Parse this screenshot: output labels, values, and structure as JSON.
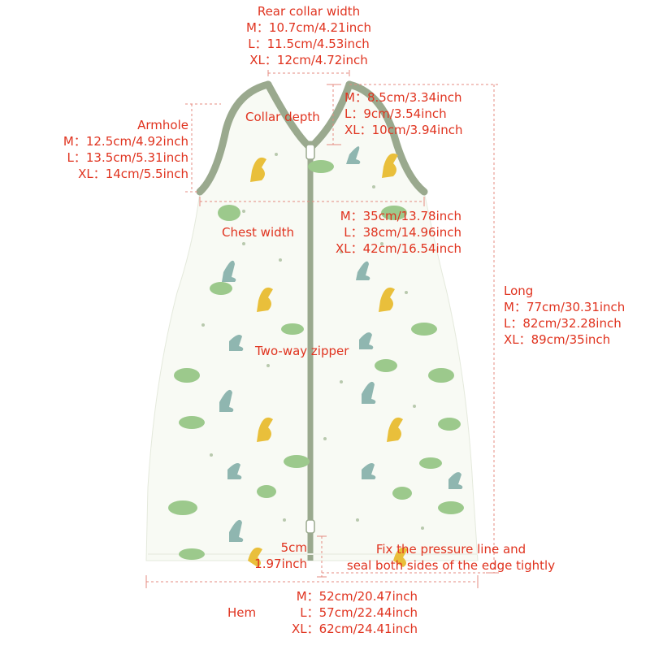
{
  "labels": {
    "rear_collar": {
      "title": "Rear collar width",
      "lines": [
        "M：10.7cm/4.21inch",
        "L：11.5cm/4.53inch",
        "XL：12cm/4.72inch"
      ]
    },
    "collar_depth": {
      "title": "Collar depth",
      "lines": [
        "M：8.5cm/3.34inch",
        "L：9cm/3.54inch",
        "XL：10cm/3.94inch"
      ]
    },
    "armhole": {
      "title": "Armhole",
      "lines": [
        "M：12.5cm/4.92inch",
        "L：13.5cm/5.31inch",
        "XL：14cm/5.5inch"
      ]
    },
    "chest": {
      "title": "Chest width",
      "lines": [
        "M：35cm/13.78inch",
        "L：38cm/14.96inch",
        "XL：42cm/16.54inch"
      ]
    },
    "long": {
      "title": "Long",
      "lines": [
        "M：77cm/30.31inch",
        "L：82cm/32.28inch",
        "XL：89cm/35inch"
      ]
    },
    "zipper": {
      "title": "Two-way zipper"
    },
    "edge_size": {
      "lines": [
        "5cm",
        "1.97inch"
      ]
    },
    "pressure_line": {
      "lines": [
        "Fix the pressure line and",
        "seal both sides of the edge tightly"
      ]
    },
    "hem": {
      "title": "Hem",
      "lines": [
        "M：52cm/20.47inch",
        "L：57cm/22.44inch",
        "XL：62cm/24.41inch"
      ]
    }
  },
  "colors": {
    "label_text": "#e0331f",
    "trim": "#9aa98e",
    "garment": "#f8faf4",
    "dim_line": "#e58b80",
    "dino_yellow": "#e9bf3b",
    "dino_green": "#9cc98c",
    "dino_blue": "#8fb6b0"
  },
  "icons": [
    "dinosaur-print-pattern",
    "zipper-pull-icon"
  ]
}
